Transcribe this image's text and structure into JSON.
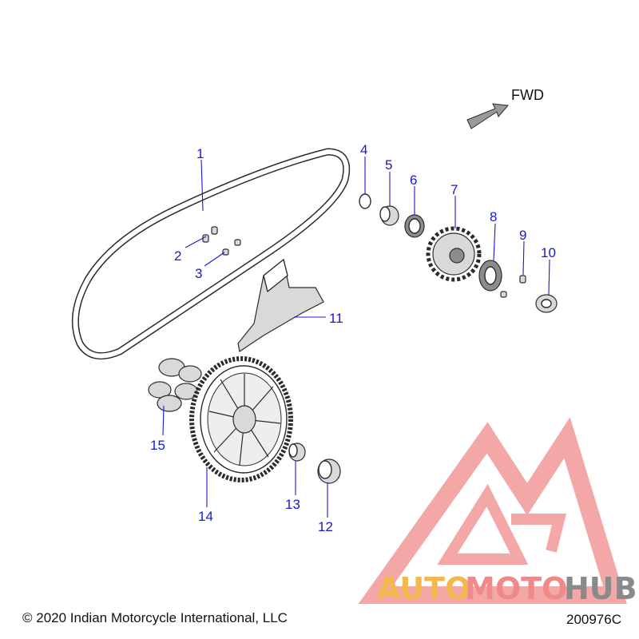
{
  "diagram": {
    "direction_label": "FWD",
    "callouts": [
      {
        "id": "1",
        "label": "1"
      },
      {
        "id": "2",
        "label": "2"
      },
      {
        "id": "3",
        "label": "3"
      },
      {
        "id": "4",
        "label": "4"
      },
      {
        "id": "5",
        "label": "5"
      },
      {
        "id": "6",
        "label": "6"
      },
      {
        "id": "7",
        "label": "7"
      },
      {
        "id": "8",
        "label": "8"
      },
      {
        "id": "9",
        "label": "9"
      },
      {
        "id": "10",
        "label": "10"
      },
      {
        "id": "11",
        "label": "11"
      },
      {
        "id": "12",
        "label": "12"
      },
      {
        "id": "13",
        "label": "13"
      },
      {
        "id": "14",
        "label": "14"
      },
      {
        "id": "15",
        "label": "15"
      }
    ]
  },
  "watermark": {
    "part1": "AUTO",
    "part2": "MOTO",
    "part3": "HUB",
    "colors": {
      "auto": "#f2b84b",
      "moto": "#f08a8a",
      "hub": "#8a8a8a",
      "logo": "#f08a8a"
    }
  },
  "footer": {
    "copyright": "© 2020 Indian Motorcycle International, LLC",
    "figure_id": "200976C"
  }
}
